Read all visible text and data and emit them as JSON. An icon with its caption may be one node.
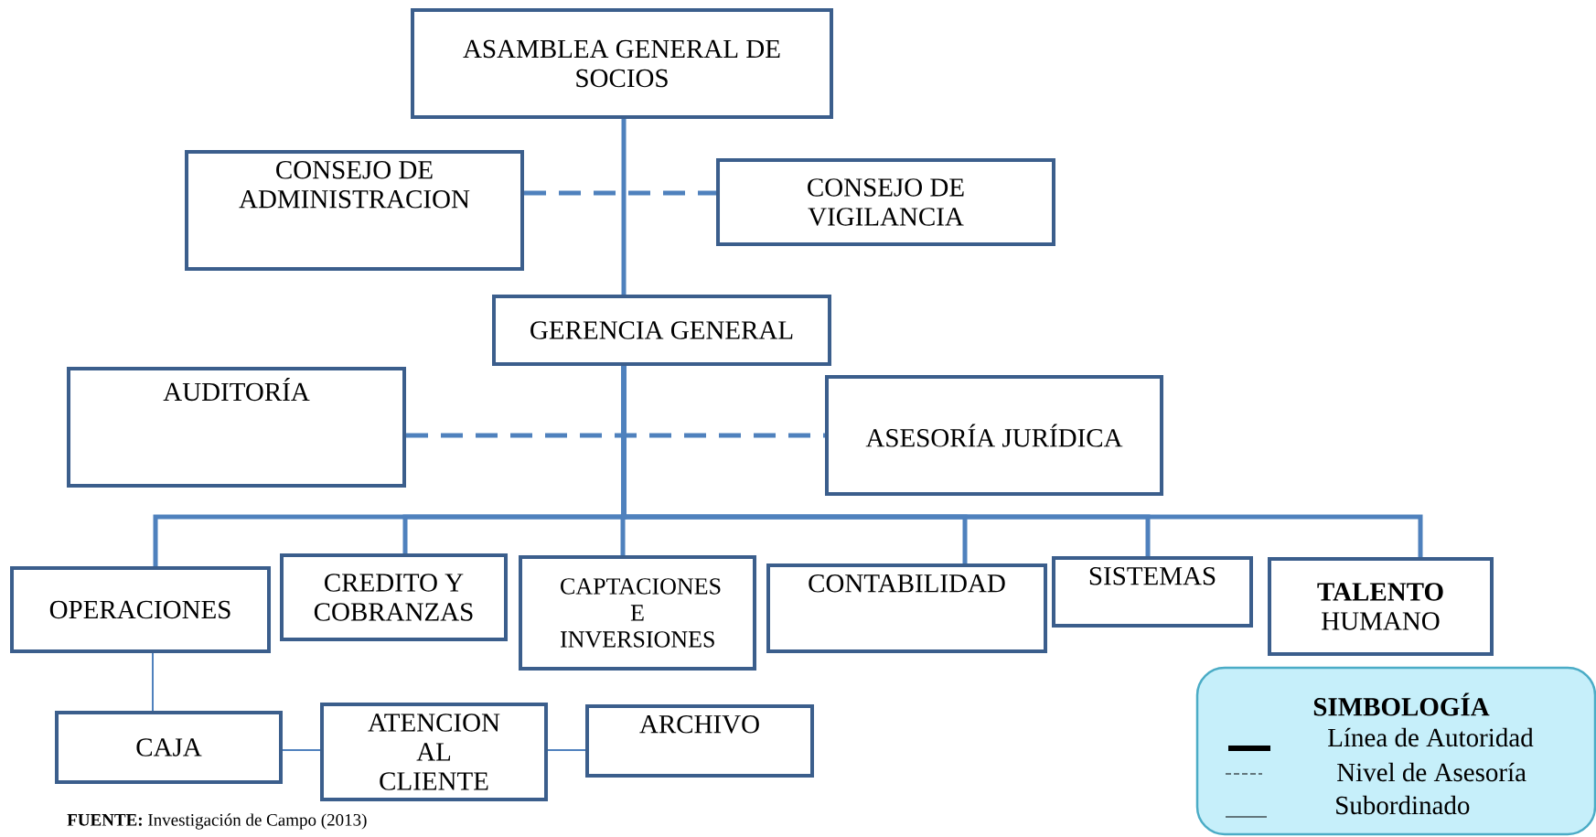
{
  "diagram": {
    "caption": "**FUENTE:** Investigación de Campo (2013)",
    "nodes": [
      {
        "text": [
          "ASAMBLEA GENERAL DE SOCIOS"
        ]
      },
      {
        "text": [
          "CONSEJO DE ADMINISTRACION"
        ]
      },
      {
        "text": [
          "CONSEJO DE VIGILANCIA"
        ]
      },
      {
        "text": [
          "GERENCIA GENERAL"
        ]
      },
      {
        "text": [
          "AUDITORÍA"
        ]
      },
      {
        "text": [
          "ASESORÍA JURÍDICA"
        ]
      },
      {
        "text": [
          "OPERACIONES"
        ]
      },
      {
        "text": [
          "CREDITO Y COBRANZAS"
        ]
      },
      {
        "text": [
          "CAPTACIONES E INVERSIONES"
        ]
      },
      {
        "text": [
          "CONTABILIDAD"
        ]
      },
      {
        "text": [
          "SISTEMAS"
        ]
      },
      {
        "text": [
          "**TALENTO** HUMANO"
        ]
      },
      {
        "text": [
          "CAJA"
        ]
      },
      {
        "text": [
          "ATENCION AL CLIENTE"
        ]
      },
      {
        "text": [
          "ARCHIVO"
        ]
      }
    ],
    "edges": [
      {
        "from": 0,
        "to": 3,
        "arrow": "none"
      },
      {
        "from": 1,
        "to": 2,
        "arrow": "none",
        "style": "dashed"
      },
      {
        "from": 4,
        "to": 5,
        "arrow": "none",
        "style": "dashed"
      },
      {
        "from": 3,
        "to": 6,
        "arrow": "none"
      },
      {
        "from": 3,
        "to": 7,
        "arrow": "none"
      },
      {
        "from": 3,
        "to": 8,
        "arrow": "none"
      },
      {
        "from": 3,
        "to": 9,
        "arrow": "none"
      },
      {
        "from": 3,
        "to": 10,
        "arrow": "none"
      },
      {
        "from": 3,
        "to": 11,
        "arrow": "none"
      },
      {
        "from": 6,
        "to": 12,
        "arrow": "none"
      },
      {
        "from": 12,
        "to": 13,
        "arrow": "none"
      },
      {
        "from": 13,
        "to": 14,
        "arrow": "none"
      }
    ],
    "labels": [
      "SIMBOLOGÍA"
    ],
    "legend": [
      {
        "text": "Línea de Autoridad"
      },
      {
        "text": "Nivel de Asesoría"
      },
      {
        "text": "Subordinado"
      }
    ]
  }
}
